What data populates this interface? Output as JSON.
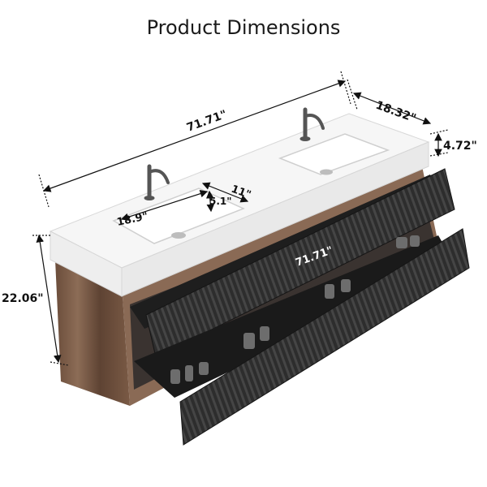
{
  "title": "Product Dimensions",
  "dimensions": {
    "overall_width": "71.71\"",
    "depth": "18.32\"",
    "top_thickness": "4.72\"",
    "height": "22.06\"",
    "basin_width": "18.9\"",
    "basin_depth": "11\"",
    "basin_height": "5.1\"",
    "drawer_width": "71.71\""
  },
  "colors": {
    "drawer_front": "#2b2b2b",
    "wood": "#7a5a45",
    "countertop": "#f4f4f4",
    "faucet": "#5a5a5a"
  }
}
